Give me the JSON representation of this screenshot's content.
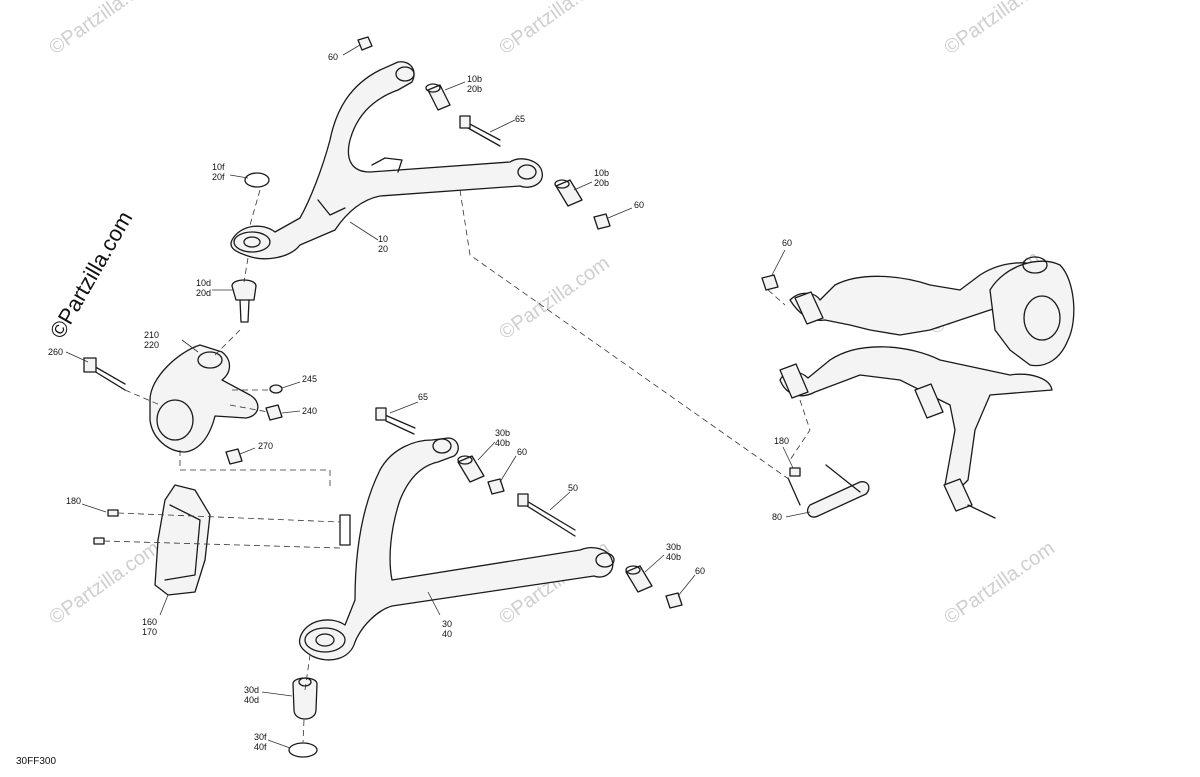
{
  "diagram_code": "30FF300",
  "watermark": "©Partzilla.com",
  "callouts": {
    "c60a": "60",
    "c10b20b_a1": "10b",
    "c10b20b_a2": "20b",
    "c65a": "65",
    "c10f": "10f",
    "c20f": "20f",
    "c10b20b_b1": "10b",
    "c10b20b_b2": "20b",
    "c60b": "60",
    "c10": "10",
    "c20": "20",
    "c10d": "10d",
    "c20d": "20d",
    "c210": "210",
    "c220": "220",
    "c260": "260",
    "c245": "245",
    "c240": "240",
    "c270": "270",
    "c65b": "65",
    "c30b40b_a1": "30b",
    "c30b40b_a2": "40b",
    "c60c": "60",
    "c50": "50",
    "c180a": "180",
    "c160": "160",
    "c170": "170",
    "c30b40b_b1": "30b",
    "c30b40b_b2": "40b",
    "c60d": "60",
    "c30": "30",
    "c40": "40",
    "c30d": "30d",
    "c40d": "40d",
    "c30f": "30f",
    "c40f": "40f",
    "c60e": "60",
    "c180b": "180",
    "c80": "80"
  }
}
